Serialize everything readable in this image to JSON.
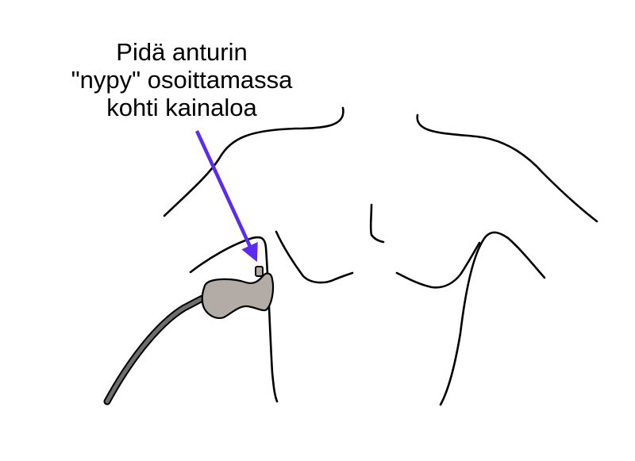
{
  "instruction": {
    "lines": [
      "Pidä anturin",
      "\"nypy\" osoittamassa",
      "kohti kainaloa"
    ]
  },
  "colors": {
    "arrow": "#5b2cf0",
    "sensor_fill": "#b3aca6",
    "cable_fill": "#6e6e6e",
    "line": "#000000"
  }
}
